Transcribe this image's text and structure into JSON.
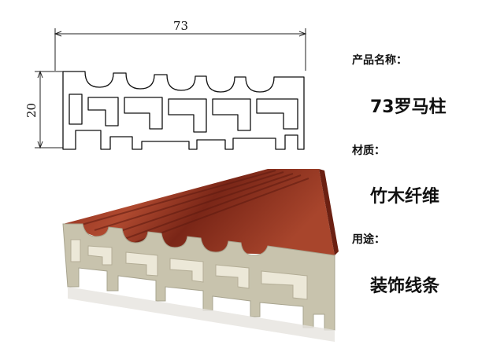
{
  "drawing": {
    "width_value": "73",
    "height_value": "20"
  },
  "specs": {
    "name_label": "产品名称：",
    "name_value": "73罗马柱",
    "material_label": "材质：",
    "material_value": "竹木纤维",
    "usage_label": "用途：",
    "usage_value": "装饰线条"
  },
  "colors": {
    "wood_dark": "#7a2a1c",
    "wood_mid": "#9a3a26",
    "wood_light": "#b5533a",
    "core": "#c8c3ad"
  }
}
